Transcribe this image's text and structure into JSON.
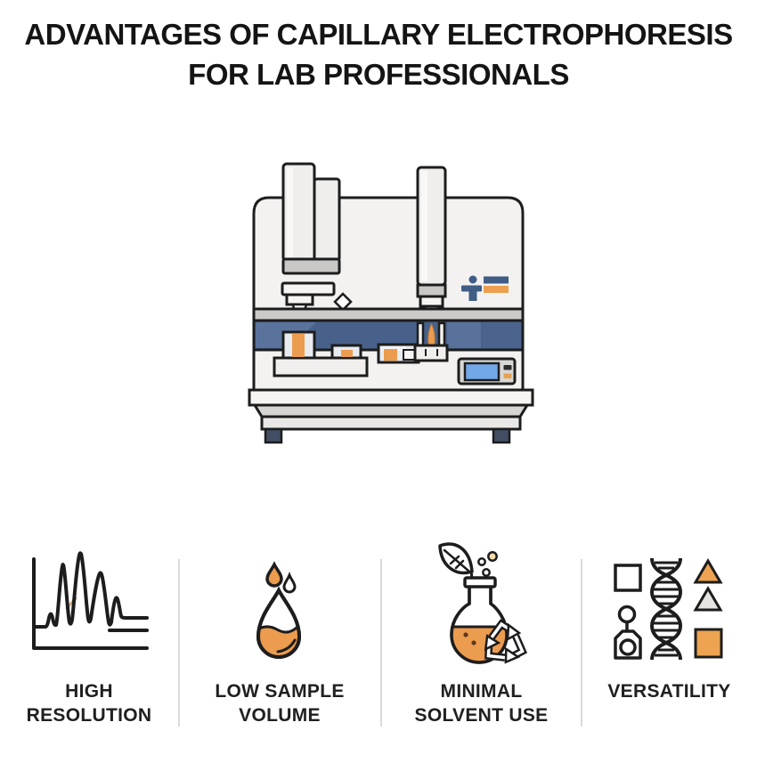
{
  "title": {
    "line1": "ADVANTAGES OF CAPILLARY ELECTROPHORESIS",
    "line2": "FOR LAB PROFESSIONALS"
  },
  "illustration": {
    "name": "capillary-electrophoresis-instrument",
    "parts": [
      "left-injector-tower",
      "right-injector-tower",
      "sample-tray-with-vials",
      "control-display",
      "brand-logo-mark",
      "base-with-feet"
    ]
  },
  "features": [
    {
      "icon": "chromatogram-peaks-icon",
      "line1": "HIGH",
      "line2": "RESOLUTION"
    },
    {
      "icon": "droplet-icon",
      "line1": "LOW SAMPLE",
      "line2": "VOLUME"
    },
    {
      "icon": "flask-recycle-icon",
      "line1": "MINIMAL",
      "line2": "SOLVENT USE"
    },
    {
      "icon": "dna-shapes-icon",
      "line1": "VERSATILITY",
      "line2": ""
    }
  ],
  "colors": {
    "outline": "#1d1d1d",
    "accent_orange": "#ec9c4e",
    "accent_blue": "#47618a",
    "logo_blue": "#3f5d85",
    "screen_blue": "#72a7e8",
    "divider_gray": "#dadada",
    "background": "#ffffff"
  }
}
